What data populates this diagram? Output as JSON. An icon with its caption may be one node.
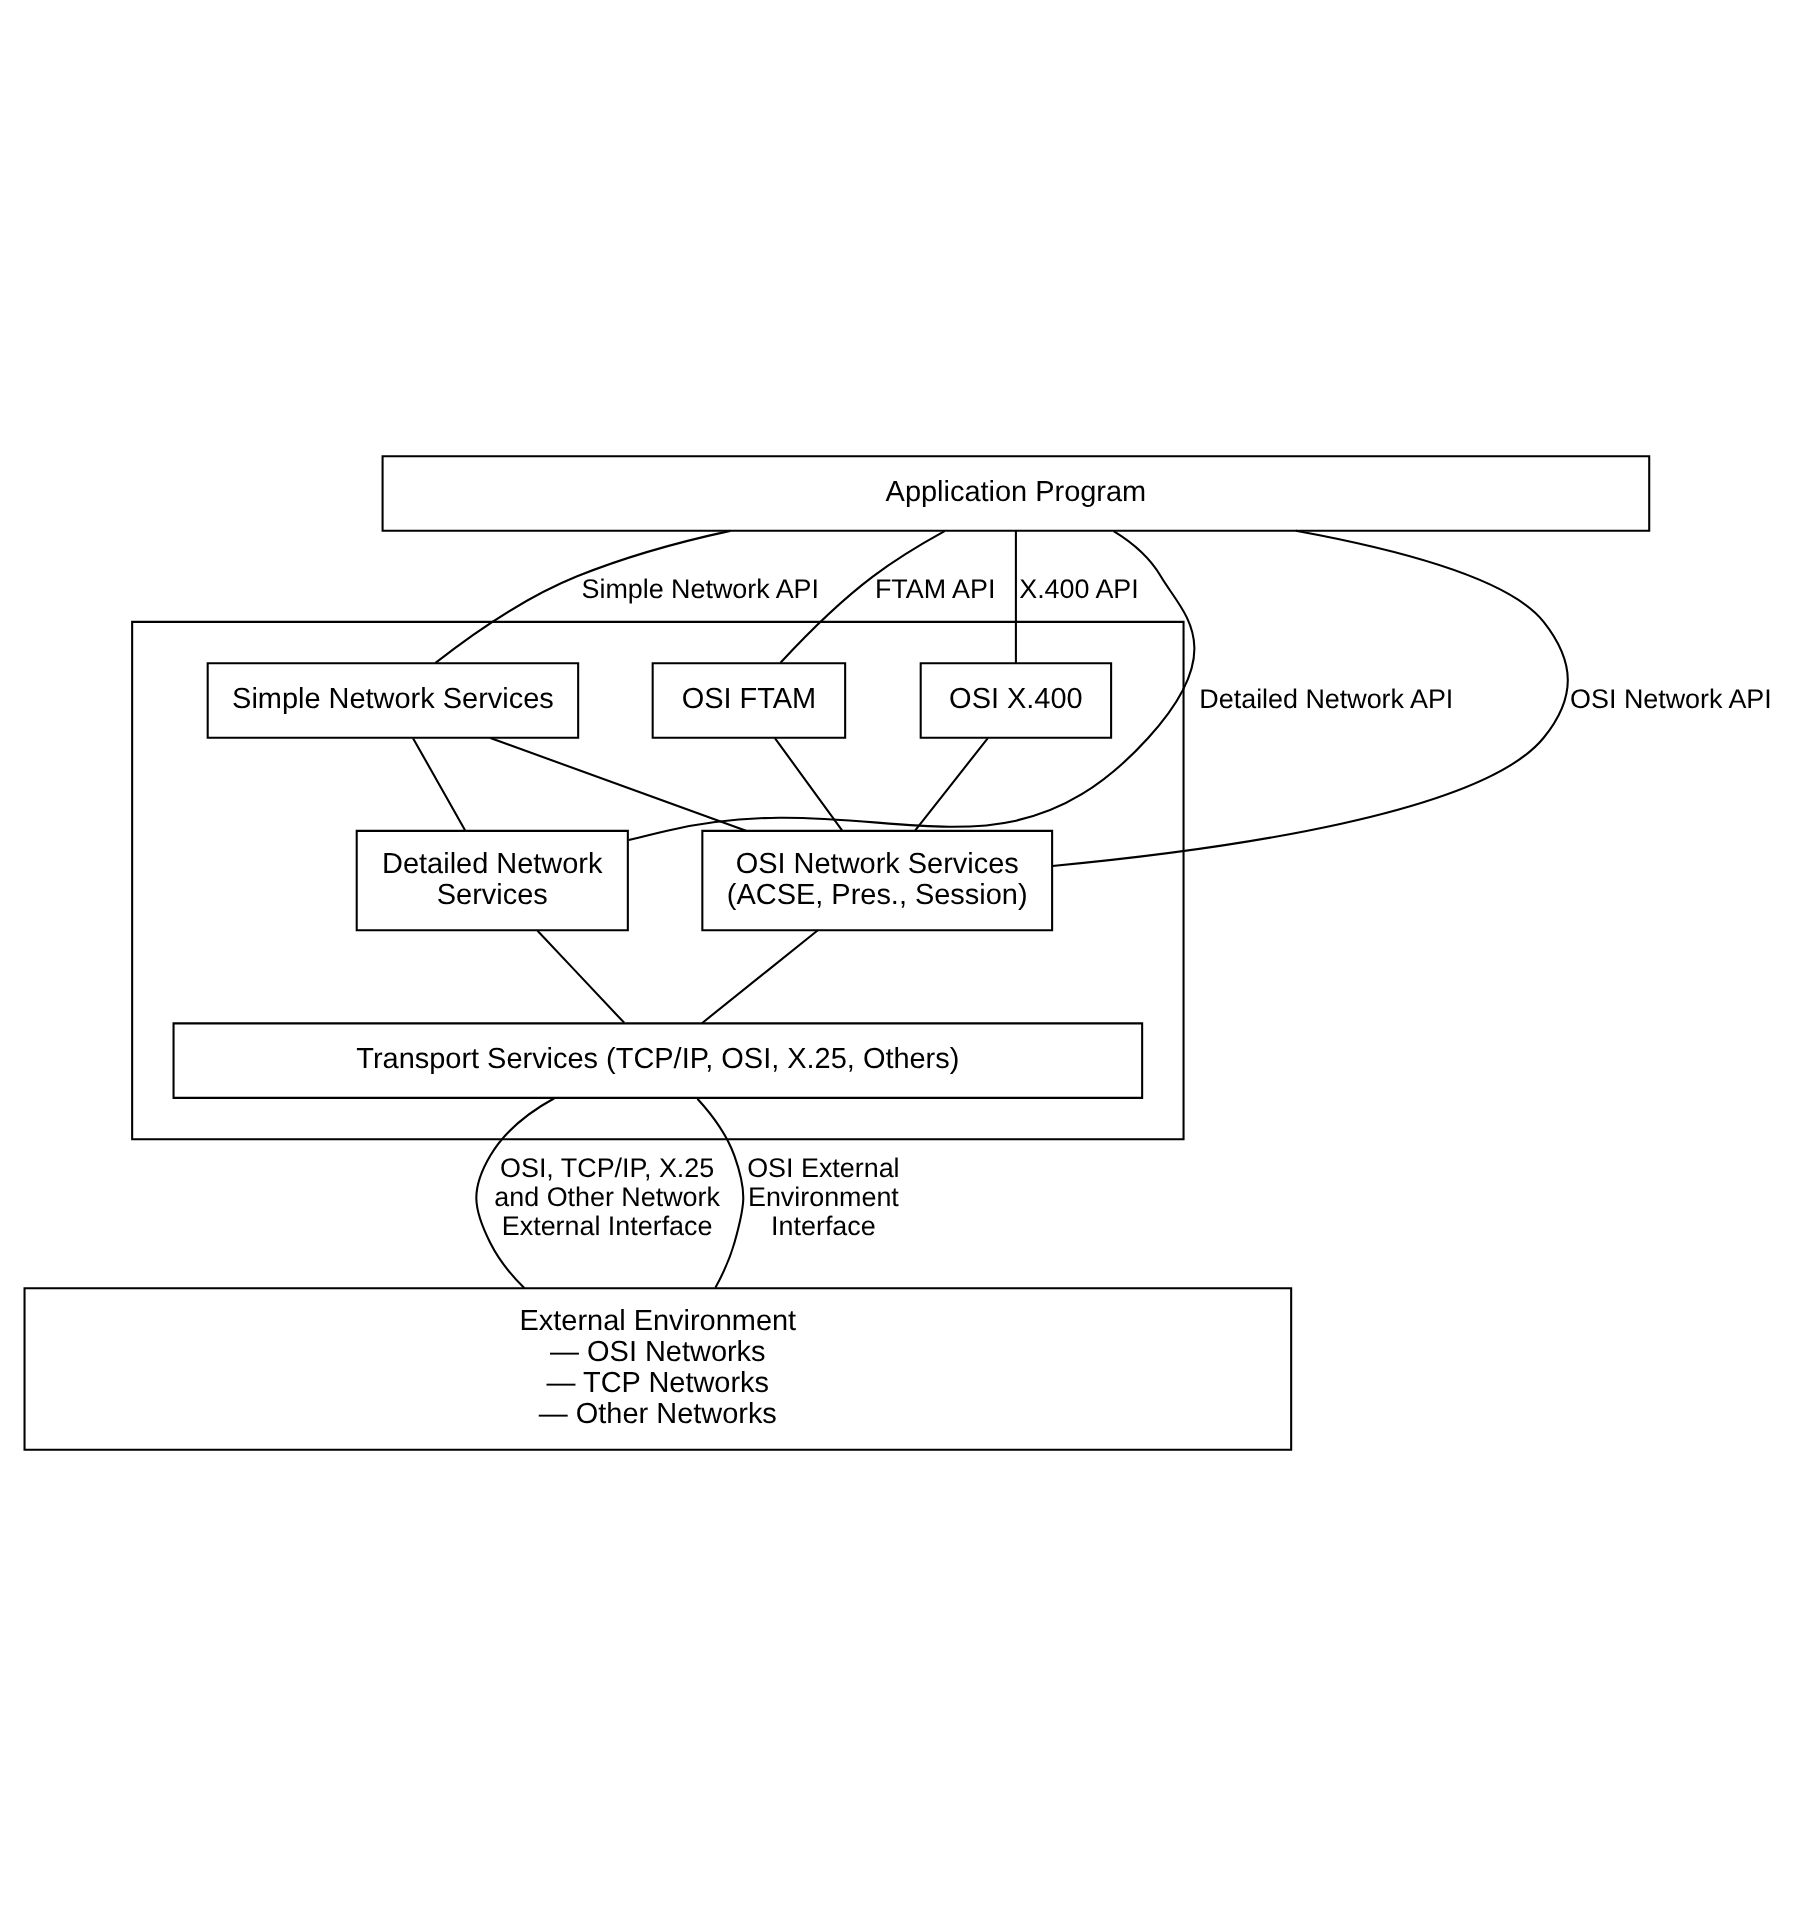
{
  "diagram": {
    "nodes": [
      {
        "text": [
          "Application Program"
        ]
      },
      {
        "text": [],
        "shape": "box"
      },
      {
        "text": [
          "Simple Network Services"
        ],
        "in": 1
      },
      {
        "text": [
          "OSI FTAM"
        ],
        "in": 1
      },
      {
        "text": [
          "OSI X.400"
        ],
        "in": 1
      },
      {
        "text": [
          "Detailed Network Services"
        ],
        "in": 1
      },
      {
        "text": [
          "OSI Network Services (ACSE, Pres., Session)"
        ],
        "in": 1
      },
      {
        "text": [
          "Transport Services (TCP/IP, OSI, X.25, Others)"
        ],
        "in": 1
      },
      {
        "text": [
          "External Environment",
          "— OSI Networks",
          "— TCP Networks",
          "— Other Networks"
        ]
      }
    ],
    "edges": [
      {
        "from": 0,
        "to": 5,
        "arrow": "none",
        "label": "Detailed Network API"
      },
      {
        "from": 0,
        "to": 2,
        "arrow": "none",
        "label": "Simple Network API"
      },
      {
        "from": 0,
        "to": 6,
        "arrow": "none",
        "label": "OSI Network API"
      },
      {
        "from": 0,
        "to": 3,
        "arrow": "none",
        "label": "FTAM API"
      },
      {
        "from": 0,
        "to": 4,
        "arrow": "none",
        "label": "X.400 API"
      },
      {
        "from": 2,
        "to": 6,
        "arrow": "none"
      },
      {
        "from": 3,
        "to": 6,
        "arrow": "none"
      },
      {
        "from": 4,
        "to": 6,
        "arrow": "none"
      },
      {
        "from": 2,
        "to": 5,
        "arrow": "none"
      },
      {
        "from": 5,
        "to": 7,
        "arrow": "none"
      },
      {
        "from": 6,
        "to": 7,
        "arrow": "none"
      },
      {
        "from": 7,
        "to": 8,
        "arrow": "none",
        "label": "OSI, TCP/IP, X.25 and Other Network External Interface"
      },
      {
        "from": 7,
        "to": 8,
        "arrow": "none",
        "label": "OSI External Environment Interface"
      }
    ]
  }
}
